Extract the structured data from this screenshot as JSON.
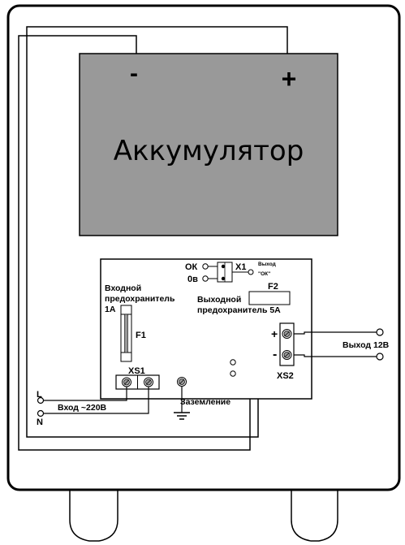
{
  "battery": {
    "label": "Аккумулятор",
    "minus": "-",
    "plus": "+",
    "fill_color": "#999999"
  },
  "board": {
    "ok_label": "ОК",
    "ov_label": "0в",
    "x1_label": "X1",
    "output_ok_title": "Выход",
    "output_ok_subtitle": "\"ОК\"",
    "input_fuse_line1": "Входной",
    "input_fuse_line2": "предохранитель",
    "input_fuse_line3": "1А",
    "f1_label": "F1",
    "f2_label": "F2",
    "output_fuse_line1": "Выходной",
    "output_fuse_line2": "предохранитель 5А",
    "xs1_label": "XS1",
    "xs2_label": "XS2",
    "xs2_plus": "+",
    "xs2_minus": "-",
    "output_12v": "Выход 12В",
    "ground_label": "Заземление"
  },
  "mains": {
    "l_label": "L",
    "n_label": "N",
    "input_label": "Вход ~220В"
  }
}
